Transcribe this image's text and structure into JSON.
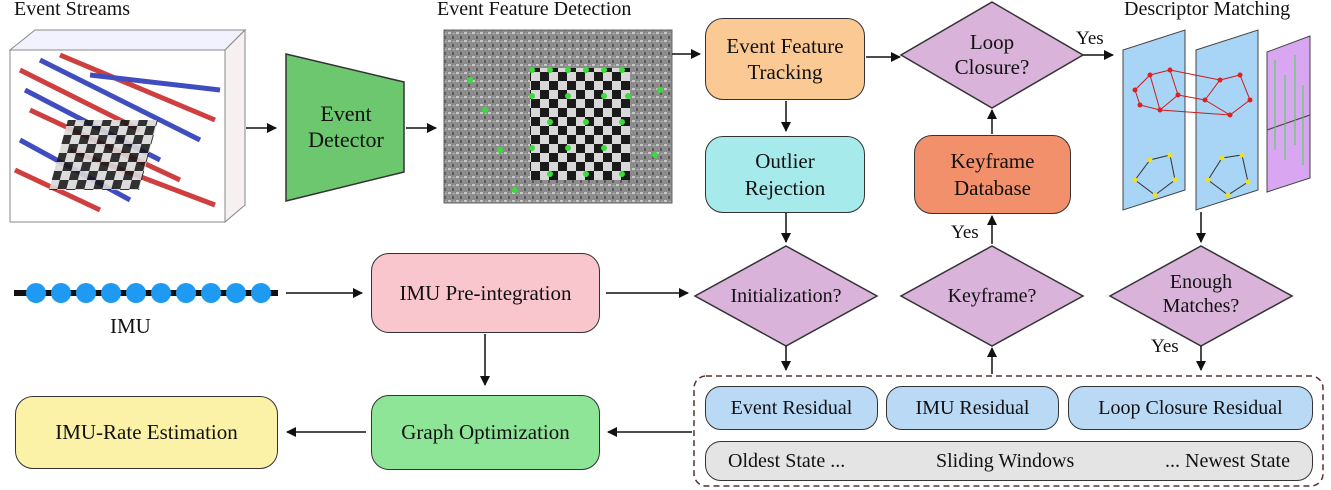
{
  "titles": {
    "event_streams": "Event Streams",
    "event_feature_detection": "Event Feature Detection",
    "descriptor_matching": "Descriptor Matching"
  },
  "nodes": {
    "event_detector": "Event\nDetector",
    "event_feature_tracking": "Event Feature\nTracking",
    "outlier_rejection": "Outlier\nRejection",
    "loop_closure": "Loop\nClosure?",
    "keyframe_database": "Keyframe\nDatabase",
    "imu_label": "IMU",
    "imu_preintegration": "IMU Pre-integration",
    "initialization": "Initialization?",
    "keyframe": "Keyframe?",
    "enough_matches": "Enough\nMatches?",
    "graph_optimization": "Graph Optimization",
    "imu_rate_estimation": "IMU-Rate Estimation",
    "event_residual": "Event Residual",
    "imu_residual": "IMU Residual",
    "loop_closure_residual": "Loop Closure Residual",
    "oldest_state": "Oldest State ...",
    "sliding_windows": "Sliding Windows",
    "newest_state": "... Newest State"
  },
  "edge_labels": {
    "yes_loop": "Yes",
    "yes_keyframe": "Yes",
    "yes_matches": "Yes"
  },
  "colors": {
    "orange": "#fbc993",
    "cyan": "#a7eaec",
    "purple": "#d9b3da",
    "salmon": "#f3906c",
    "pink": "#f8c6cc",
    "green": "#8fe597",
    "yellow": "#fbf1a7",
    "blue_pill": "#b9d9f5",
    "gray_pill": "#e4e4e4",
    "detector_green": "#6cc76f",
    "imu_dot": "#1e9af2"
  }
}
